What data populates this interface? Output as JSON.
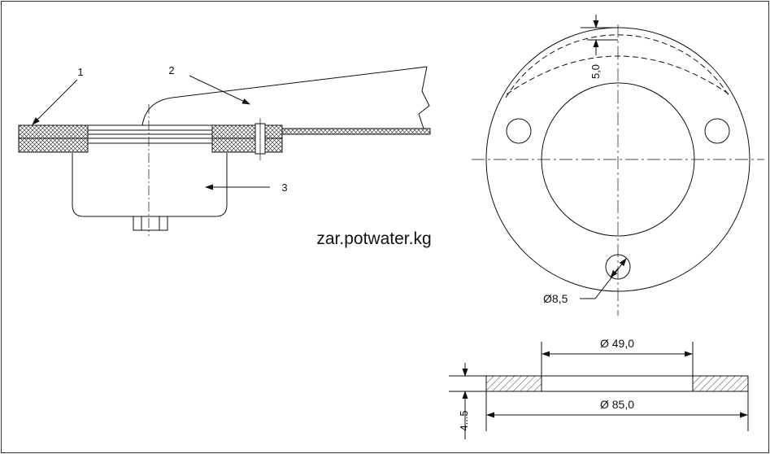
{
  "callouts": {
    "one": "1",
    "two": "2",
    "three": "3"
  },
  "watermark": "zar.potwater.kg",
  "dimensions": {
    "offset": "5,0",
    "hole": "Ø8,5",
    "inner_diameter": "Ø 49,0",
    "outer_diameter": "Ø 85,0",
    "thickness": "4...5"
  },
  "colors": {
    "line": "#111111",
    "background": "#ffffff"
  }
}
